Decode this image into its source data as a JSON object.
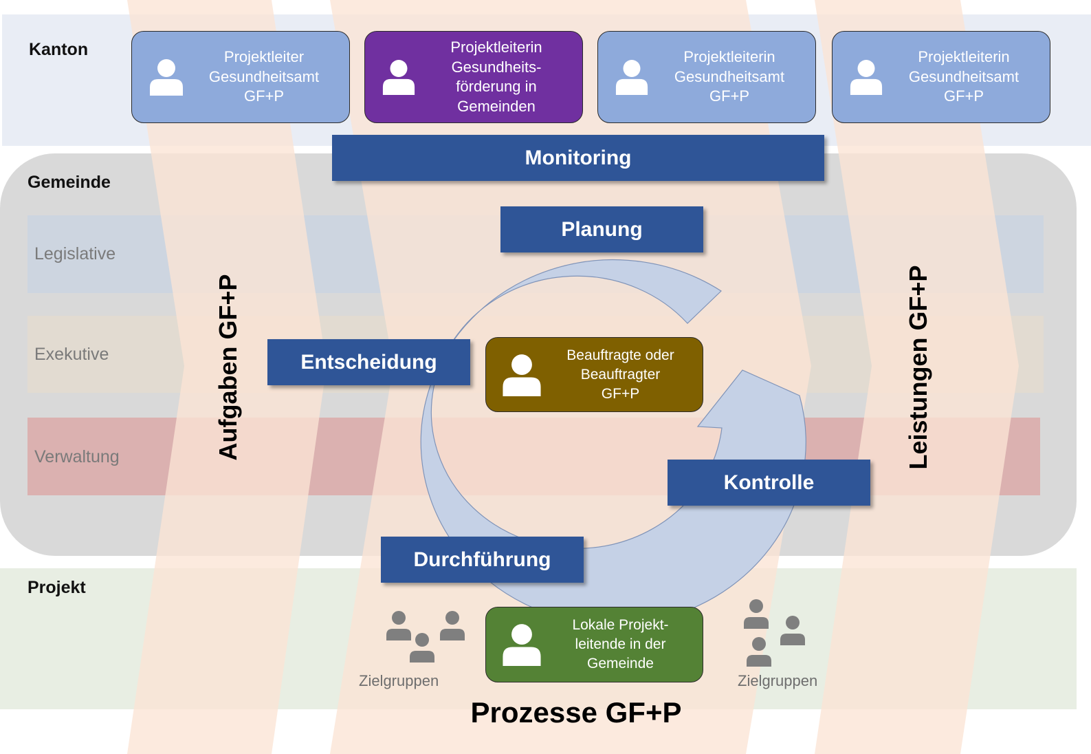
{
  "bands": {
    "kanton": "Kanton",
    "gemeinde": "Gemeinde",
    "legislative": "Legislative",
    "exekutive": "Exekutive",
    "verwaltung": "Verwaltung",
    "projekt": "Projekt"
  },
  "roles": [
    {
      "lines": [
        "Projektleiter",
        "Gesundheitsamt",
        "GF+P"
      ],
      "color": "#8eaadb"
    },
    {
      "lines": [
        "Projektleiterin",
        "Gesundheits-",
        "förderung in",
        "Gemeinden"
      ],
      "color": "#7030a0"
    },
    {
      "lines": [
        "Projektleiterin",
        "Gesundheitsamt",
        "GF+P"
      ],
      "color": "#8eaadb"
    },
    {
      "lines": [
        "Projektleiterin",
        "Gesundheitsamt",
        "GF+P"
      ],
      "color": "#8eaadb"
    }
  ],
  "steps": {
    "monitoring": "Monitoring",
    "planung": "Planung",
    "entscheidung": "Entscheidung",
    "kontrolle": "Kontrolle",
    "durchfuehrung": "Durchführung"
  },
  "beauftragte": {
    "lines": [
      "Beauftragte oder",
      "Beauftragter",
      "GF+P"
    ],
    "color": "#7f6000"
  },
  "lokale": {
    "lines": [
      "Lokale Projekt-",
      "leitende in der",
      "Gemeinde"
    ],
    "color": "#548235"
  },
  "zielgruppen_left": "Zielgruppen",
  "zielgruppen_right": "Zielgruppen",
  "aufgaben": "Aufgaben GF+P",
  "leistungen": "Leistungen GF+P",
  "prozesse": "Prozesse GF+P",
  "colors": {
    "step_blue": "#2f5597",
    "kanton_band": "#e9edf5",
    "gemeinde_band": "#d9d9d9",
    "projekt_band": "#e8eee3",
    "arrow_fill": "#fbe4d5",
    "cycle_fill": "#c5d1e6"
  }
}
